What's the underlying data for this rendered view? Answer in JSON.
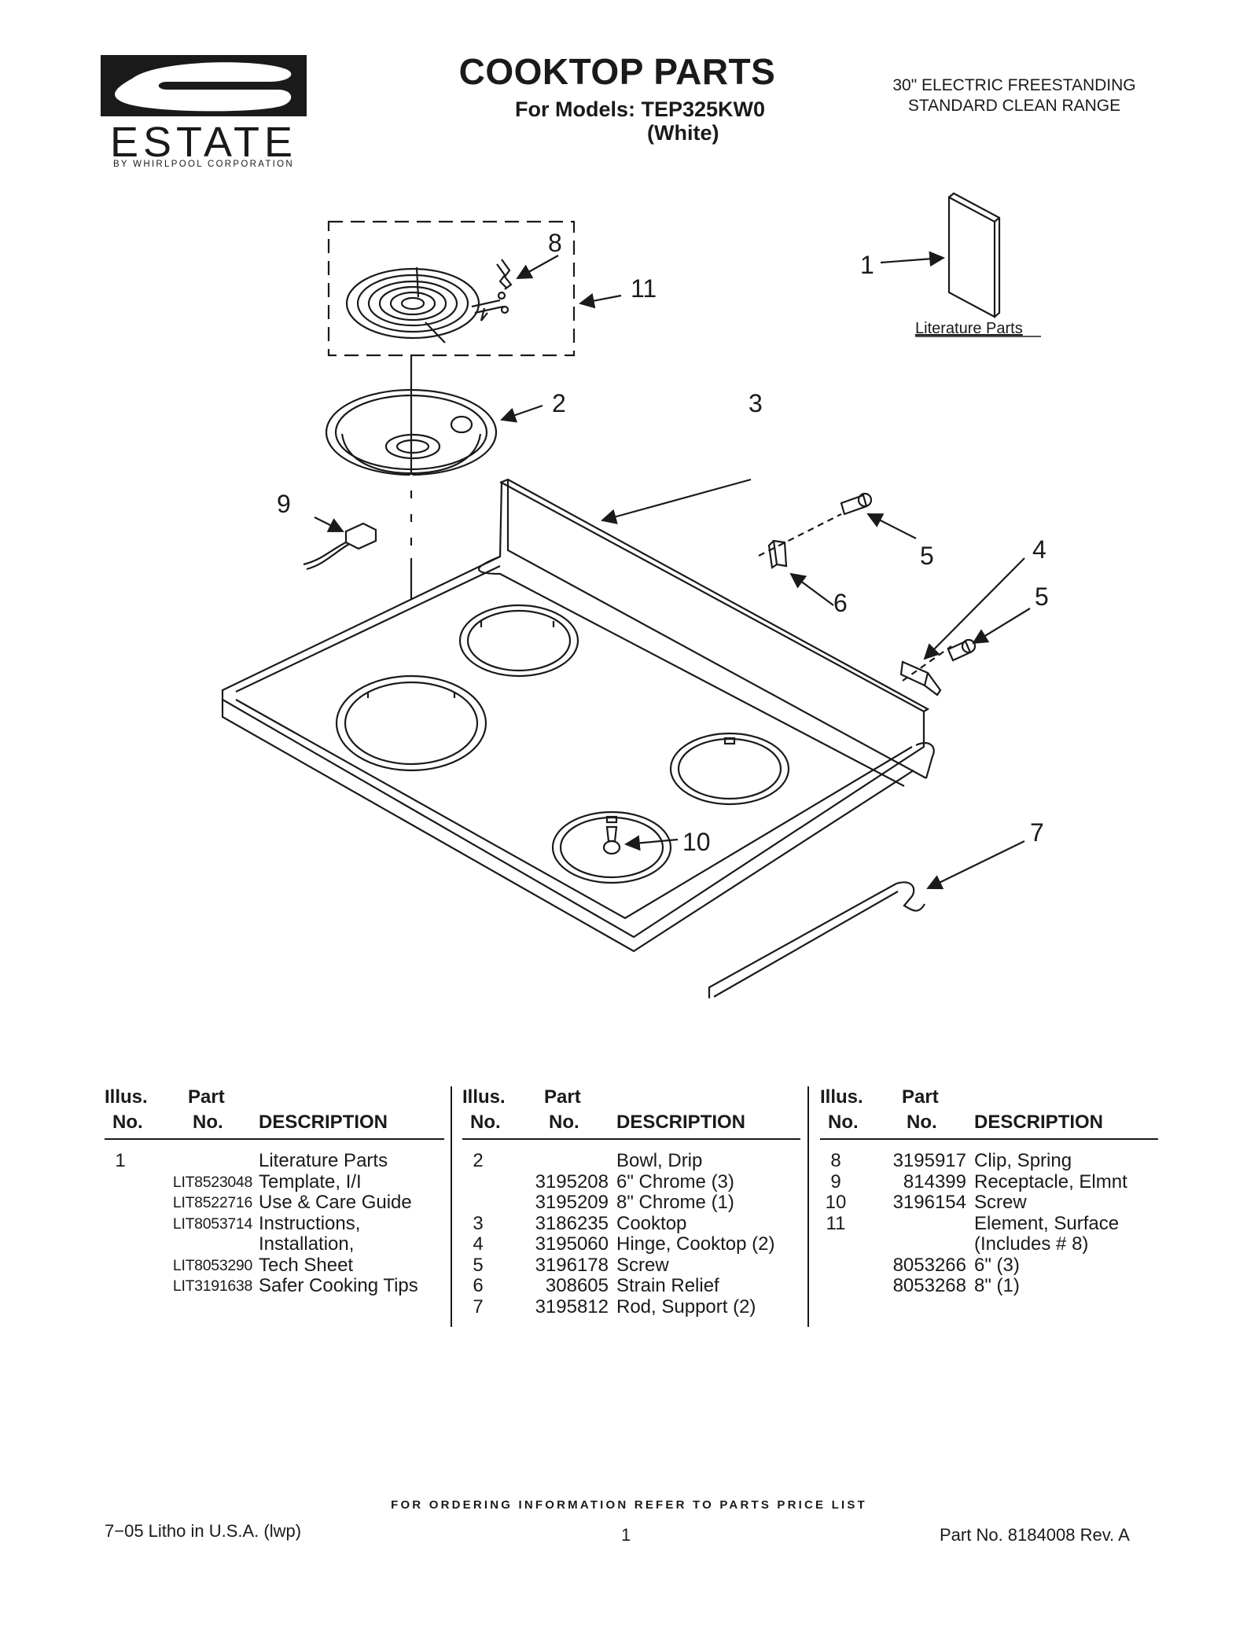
{
  "header": {
    "brand": "ESTATE",
    "brand_byline": "BY WHIRLPOOL CORPORATION",
    "title": "COOKTOP PARTS",
    "models_line": "For Models: TEP325KW0",
    "model_color": "(White)",
    "subtitle_line1": "30\" ELECTRIC FREESTANDING",
    "subtitle_line2": "STANDARD CLEAN RANGE"
  },
  "diagram": {
    "literature_label": "Literature Parts",
    "callouts": [
      "1",
      "2",
      "3",
      "4",
      "5",
      "5",
      "6",
      "7",
      "8",
      "9",
      "10",
      "11"
    ]
  },
  "parts_table": {
    "headers": {
      "illus_top": "Illus.",
      "illus_bottom": "No.",
      "part_top": "Part",
      "part_bottom": "No.",
      "description": "DESCRIPTION"
    },
    "columns": [
      [
        {
          "illus": "1",
          "part": "",
          "desc": "Literature Parts"
        },
        {
          "illus": "",
          "part": "LIT8523048",
          "desc": "Template, I/I"
        },
        {
          "illus": "",
          "part": "LIT8522716",
          "desc": "Use & Care Guide"
        },
        {
          "illus": "",
          "part": "LIT8053714",
          "desc": "Instructions,"
        },
        {
          "illus": "",
          "part": "",
          "desc": "Installation,"
        },
        {
          "illus": "",
          "part": "LIT8053290",
          "desc": "Tech Sheet"
        },
        {
          "illus": "",
          "part": "LIT3191638",
          "desc": "Safer Cooking Tips"
        }
      ],
      [
        {
          "illus": "2",
          "part": "",
          "desc": "Bowl, Drip"
        },
        {
          "illus": "",
          "part": "3195208",
          "desc": "6\" Chrome (3)"
        },
        {
          "illus": "",
          "part": "3195209",
          "desc": "8\" Chrome (1)"
        },
        {
          "illus": "3",
          "part": "3186235",
          "desc": "Cooktop"
        },
        {
          "illus": "4",
          "part": "3195060",
          "desc": "Hinge, Cooktop (2)"
        },
        {
          "illus": "5",
          "part": "3196178",
          "desc": "Screw"
        },
        {
          "illus": "6",
          "part": "308605",
          "desc": "Strain Relief"
        },
        {
          "illus": "7",
          "part": "3195812",
          "desc": "Rod, Support (2)"
        }
      ],
      [
        {
          "illus": "8",
          "part": "3195917",
          "desc": "Clip, Spring"
        },
        {
          "illus": "9",
          "part": "814399",
          "desc": "Receptacle, Elmnt"
        },
        {
          "illus": "10",
          "part": "3196154",
          "desc": "Screw"
        },
        {
          "illus": "11",
          "part": "",
          "desc": "Element, Surface"
        },
        {
          "illus": "",
          "part": "",
          "desc": "(Includes # 8)"
        },
        {
          "illus": "",
          "part": "8053266",
          "desc": "6\" (3)"
        },
        {
          "illus": "",
          "part": "8053268",
          "desc": "8\" (1)"
        }
      ]
    ]
  },
  "footer": {
    "ordering_note": "FOR ORDERING INFORMATION REFER TO PARTS PRICE LIST",
    "litho": "7−05 Litho in U.S.A. (lwp)",
    "page_number": "1",
    "part_number": "Part No. 8184008 Rev. A"
  }
}
